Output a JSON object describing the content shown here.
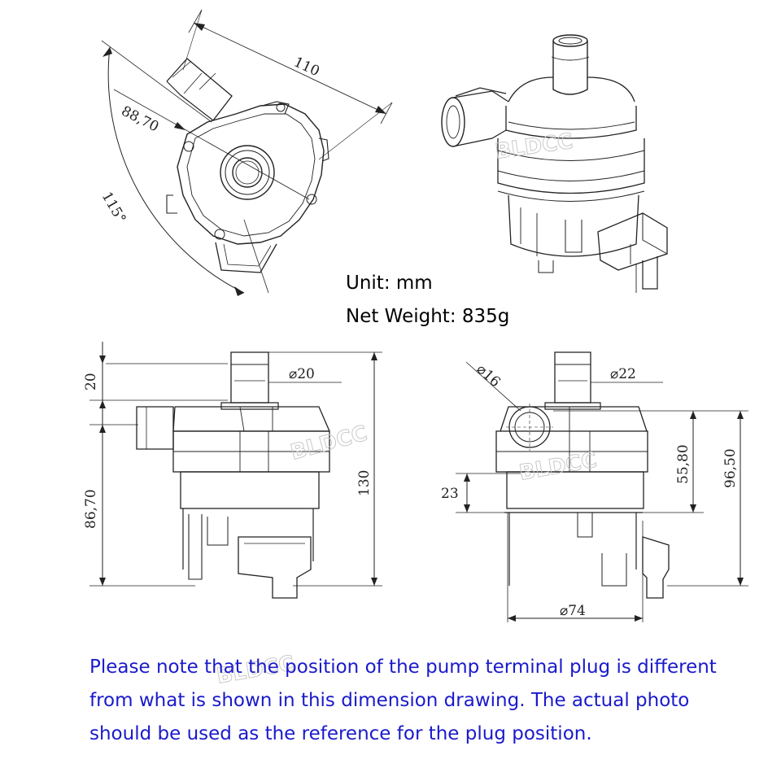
{
  "info": {
    "unit": "Unit: mm",
    "net_weight": "Net Weight: 835g"
  },
  "note": {
    "lines": [
      "Please note that the position of the pump terminal plug is different",
      "from what is shown in this dimension drawing. The actual photo",
      "should be used as the reference for the plug position."
    ],
    "color": "#1a1acc"
  },
  "dimensions": {
    "top_view": {
      "length": "110",
      "offset": "88,70",
      "angle": "115°"
    },
    "front_view": {
      "top_height": "20",
      "lower_height": "86,70",
      "total_height": "130",
      "outlet_dia": "⌀20"
    },
    "side_view": {
      "inlet_dia": "⌀16",
      "outlet_dia": "⌀22",
      "base_height": "23",
      "mid_height": "55,80",
      "full_height": "96,50",
      "body_dia": "⌀74"
    }
  },
  "watermark": "BLDCC"
}
